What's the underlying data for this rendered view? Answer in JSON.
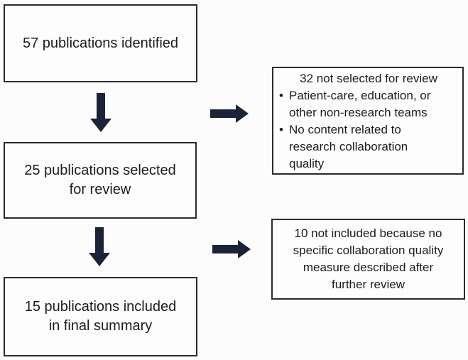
{
  "diagram": {
    "type": "flowchart",
    "title_semantic": "publication selection flow diagram",
    "colors": {
      "background": "#fcfcfc",
      "box_border": "#2b2b2b",
      "box_fill": "#fdfdfd",
      "arrow_fill": "#1b2338",
      "text": "#1c1c1c"
    },
    "bullet_glyph": "•",
    "boxes": {
      "identified": {
        "lines": [
          "57 publications identified"
        ]
      },
      "selected": {
        "lines": [
          "25 publications selected",
          "for review"
        ]
      },
      "included": {
        "lines": [
          "15 publications included",
          "in final summary"
        ]
      },
      "not_selected": {
        "title": "32 not selected for review",
        "bullets": [
          {
            "lines": [
              "Patient-care, education, or",
              "other non-research teams"
            ]
          },
          {
            "lines": [
              "No content related to",
              "research collaboration",
              "quality"
            ]
          }
        ]
      },
      "not_included": {
        "lines": [
          "10 not included because no",
          "specific collaboration quality",
          "measure described after",
          "further review"
        ]
      }
    },
    "connections": [
      {
        "from": "identified",
        "to": "selected",
        "direction": "down"
      },
      {
        "from": "identified",
        "to": "not_selected",
        "direction": "right"
      },
      {
        "from": "selected",
        "to": "included",
        "direction": "down"
      },
      {
        "from": "selected",
        "to": "not_included",
        "direction": "right"
      }
    ]
  }
}
